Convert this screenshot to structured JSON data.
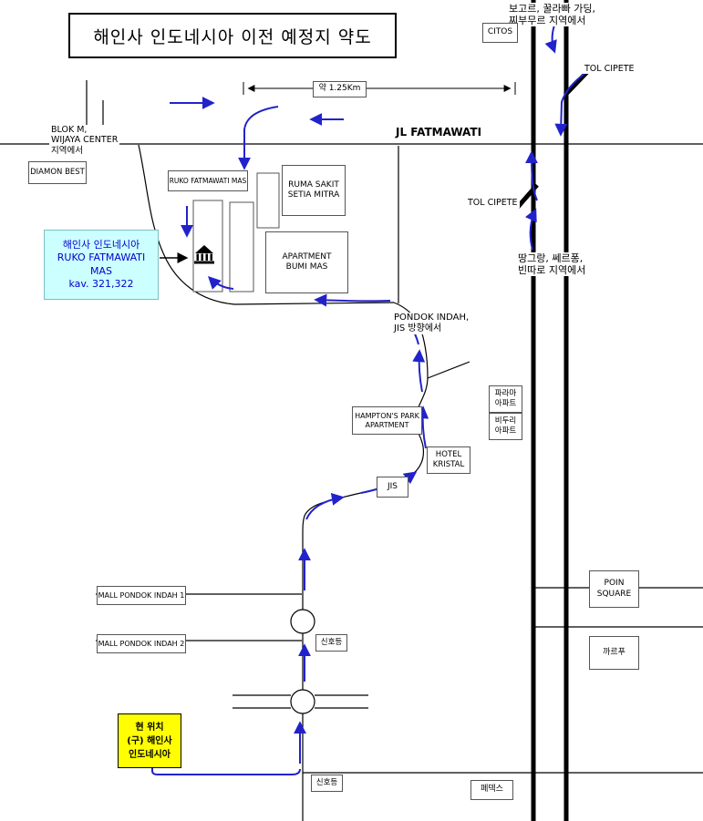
{
  "title": "해인사 인도네시아 이전 예정지 약도",
  "roads": {
    "jl_fatmawati": "JL FATMAWATI",
    "tol_cipete_north": "TOL CIPETE",
    "tol_cipete_south": "TOL CIPETE"
  },
  "distance_marker": "약 1.25Km",
  "origins": {
    "bogor": {
      "line1": "보고르, 꿀라빠 가딩,",
      "line2": "찌부무르 지역에서"
    },
    "blok_m": {
      "line1": "BLOK M,",
      "line2": "WIJAYA CENTER",
      "line3": "지역에서"
    },
    "tangerang": {
      "line1": "땅그랑, 쎄르퐁,",
      "line2": "빈따로 지역에서"
    },
    "pondok_indah": {
      "line1": "PONDOK INDAH,",
      "line2": "JIS 방향에서"
    }
  },
  "destination": {
    "line1": "해인사 인도네시아",
    "line2": "RUKO FATMAWATI",
    "line3": "MAS",
    "line4": "kav. 321,322"
  },
  "current_location": {
    "line1": "현 위치",
    "line2": "(구) 해인사",
    "line3": "인도네시아"
  },
  "places": {
    "citos": "CITOS",
    "diamon_best": "DIAMON BEST",
    "ruko_fatmawati_mas": "RUKO FATMAWATI MAS",
    "ruma_sakit": {
      "line1": "RUMA SAKIT",
      "line2": "SETIA MITRA"
    },
    "apartment_bumi_mas": {
      "line1": "APARTMENT",
      "line2": "BUMI MAS"
    },
    "parama_apt": {
      "line1": "파라마",
      "line2": "아파트"
    },
    "biduri_apt": {
      "line1": "비두리",
      "line2": "아파트"
    },
    "hamptons_park": {
      "line1": "HAMPTON'S PARK",
      "line2": "APARTMENT"
    },
    "hotel_kristal": {
      "line1": "HOTEL",
      "line2": "KRISTAL"
    },
    "jis": "JIS",
    "mall_pondok_indah_1": "MALL PONDOK INDAH 1",
    "mall_pondok_indah_2": "MALL PONDOK INDAH 2",
    "poin_square": {
      "line1": "POIN",
      "line2": "SQUARE"
    },
    "carrefour": "까르푸",
    "traffic_light_1": "신호등",
    "traffic_light_2": "신호등",
    "fedex": "페덱스"
  },
  "colors": {
    "route_arrow": "#2222cc",
    "destination_bg": "#ccffff",
    "destination_text": "#0000cc",
    "current_location_bg": "#ffff00",
    "road": "#000000"
  }
}
